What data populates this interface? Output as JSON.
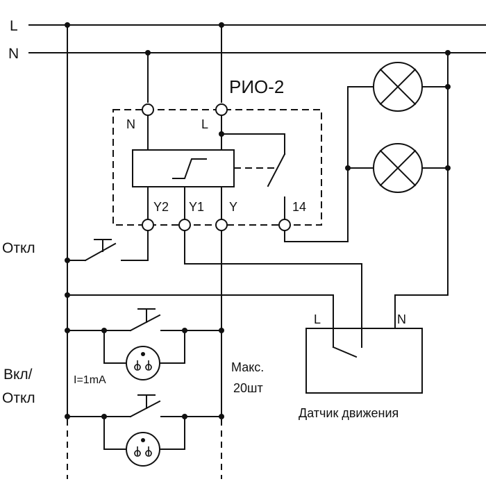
{
  "labels": {
    "line_L": "L",
    "line_N": "N",
    "relay_name": "РИО-2",
    "term_N": "N",
    "term_L": "L",
    "term_Y2": "Y2",
    "term_Y1": "Y1",
    "term_Y": "Y",
    "term_14": "14",
    "off_button": "Откл",
    "onoff_line1": "Вкл/",
    "onoff_line2": "Откл",
    "current": "I=1mA",
    "max_line1": "Макс.",
    "max_line2": "20шт",
    "sensor_L": "L",
    "sensor_N": "N",
    "sensor_name": "Датчик движения"
  }
}
